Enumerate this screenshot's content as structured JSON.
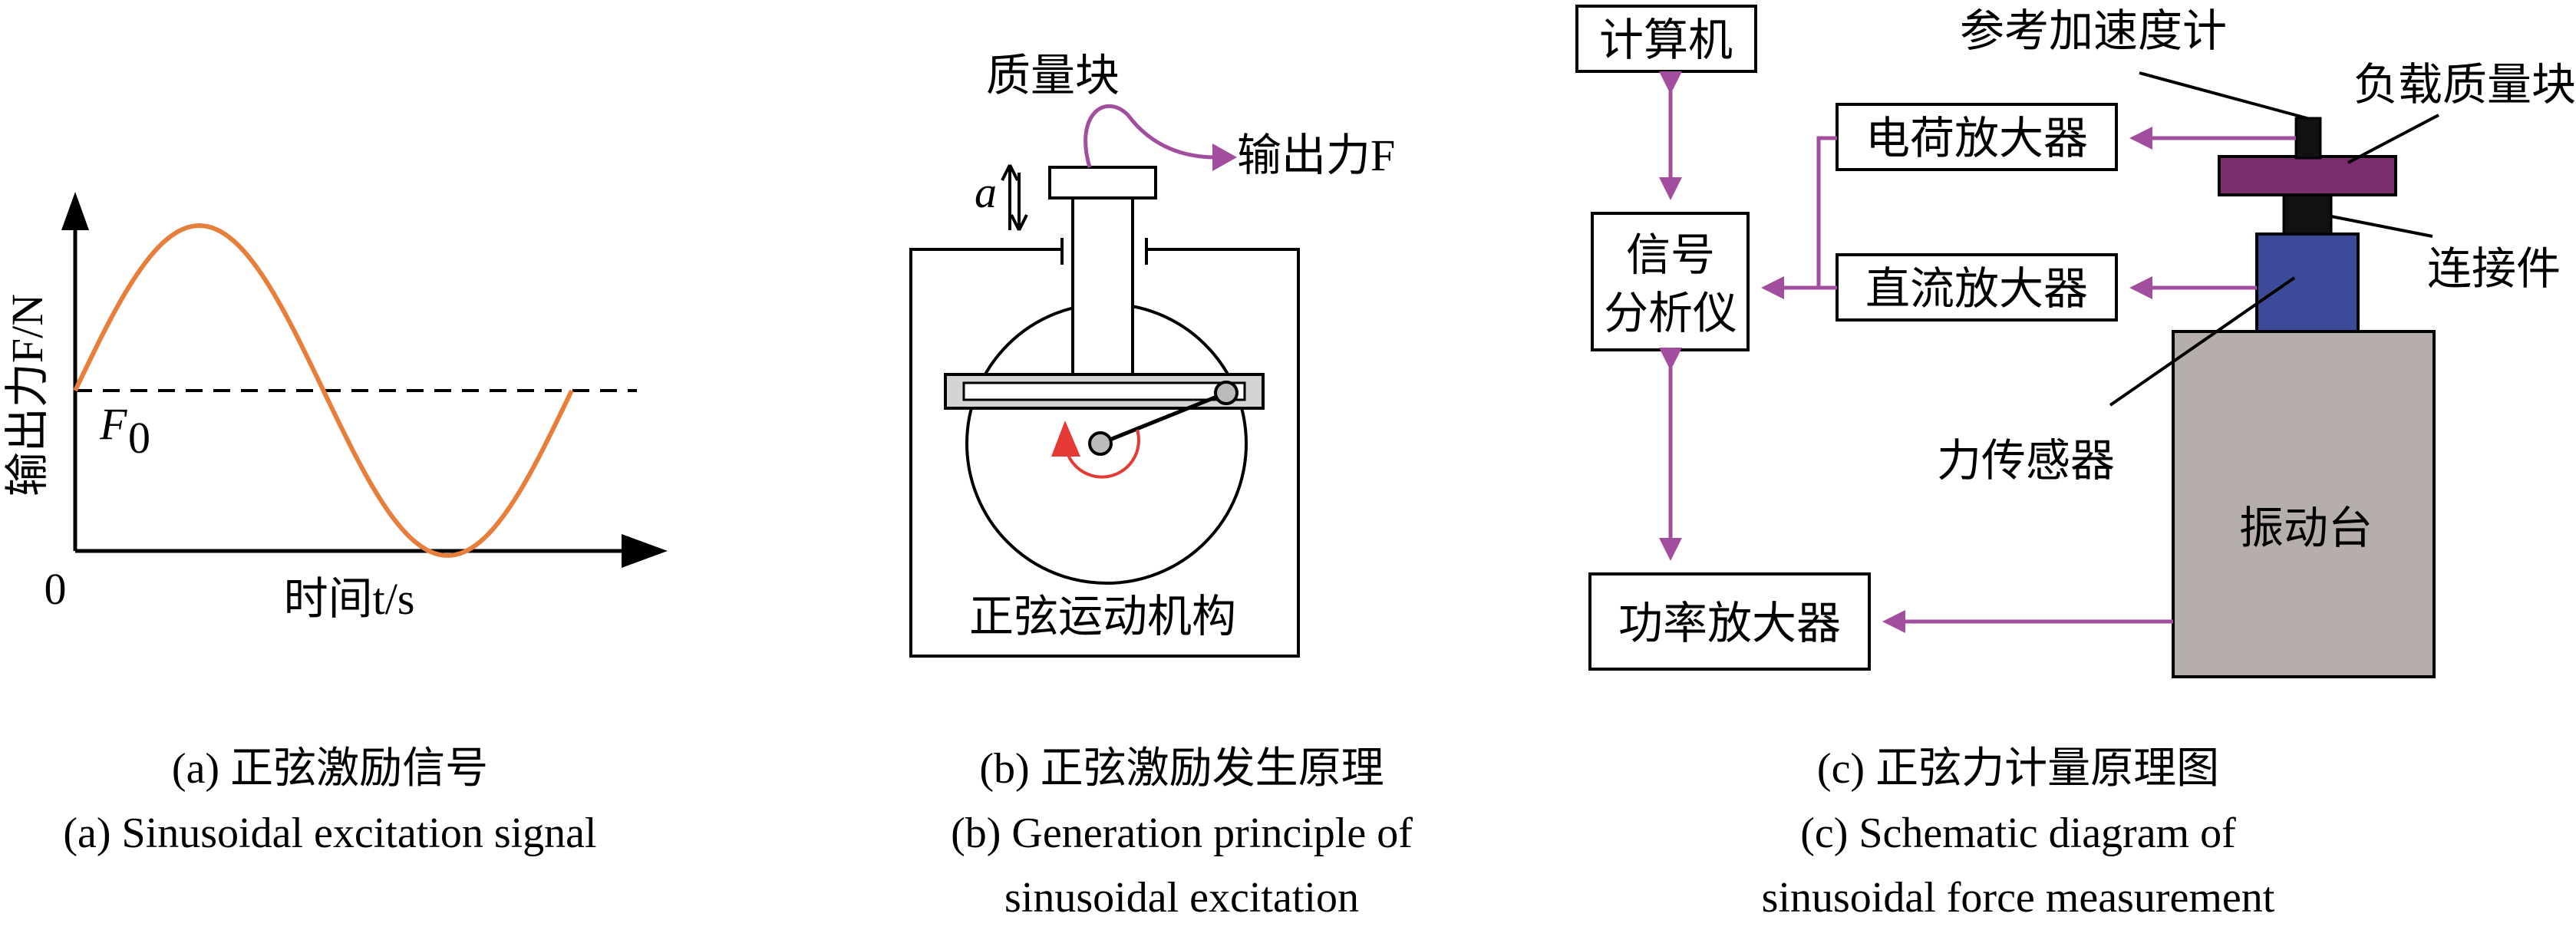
{
  "panel_a": {
    "y_axis_label": "输出力F/N",
    "x_axis_label": "时间t/s",
    "origin_label": "0",
    "baseline_label_main": "F",
    "baseline_label_sub": "0",
    "caption_zh": "(a) 正弦激励信号",
    "caption_en": "(a) Sinusoidal excitation signal",
    "curve_color": "#e67e3c"
  },
  "panel_b": {
    "mass_label": "质量块",
    "output_label": "输出力F",
    "accel_label": "a",
    "mechanism_label": "正弦运动机构",
    "caption_zh": "(b) 正弦激励发生原理",
    "caption_en_line1": "(b) Generation principle of",
    "caption_en_line2": "sinusoidal excitation",
    "accent_color": "#a24e9e",
    "arrow_color": "#e53935"
  },
  "panel_c": {
    "computer": "计算机",
    "signal_analyzer_line1": "信号",
    "signal_analyzer_line2": "分析仪",
    "charge_amp": "电荷放大器",
    "dc_amp": "直流放大器",
    "power_amp": "功率放大器",
    "ref_accel": "参考加速度计",
    "load_mass": "负载质量块",
    "connector": "连接件",
    "force_sensor": "力传感器",
    "shaker": "振动台",
    "caption_zh": "(c) 正弦力计量原理图",
    "caption_en_line1": "(c) Schematic diagram of",
    "caption_en_line2": "sinusoidal force measurement",
    "connector_color": "#a24e9e",
    "load_mass_color": "#7b2d6e",
    "sensor_color": "#3b4b9a",
    "shaker_color": "#b6aeab"
  }
}
